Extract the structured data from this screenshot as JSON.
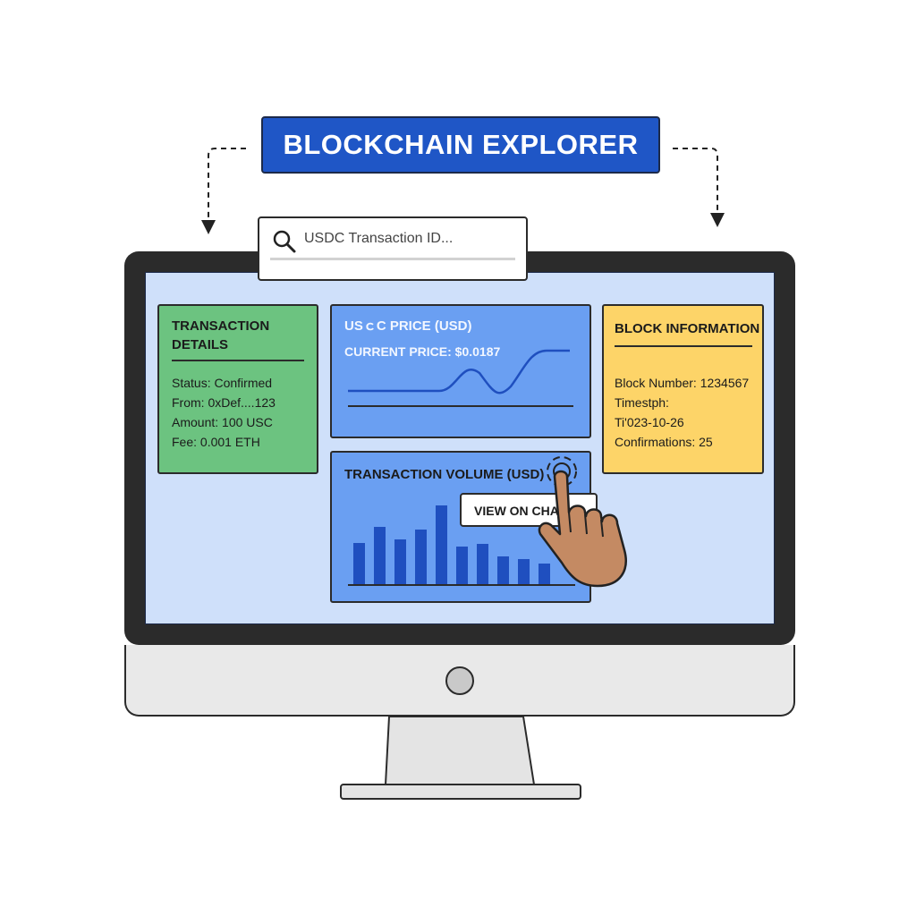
{
  "header": {
    "title": "BLOCKCHAIN EXPLORER"
  },
  "search": {
    "placeholder": "USDC Transaction ID..."
  },
  "transaction_details": {
    "title": "TRANSACTION DETAILS",
    "items": [
      "Status: Confirmed",
      "From: 0xDef....123",
      "Amount: 100 USC",
      "Fee: 0.001 ETH"
    ]
  },
  "price_panel": {
    "title": "USｃC PRICE (USD)",
    "current_price": "CURRENT PRICE: $0.0187"
  },
  "block_information": {
    "title": "BLOCK INFORMATION",
    "items": [
      "Block Number: 1234567",
      "Timestph:",
      "Ti'023-10-26",
      "Confirmations: 25"
    ]
  },
  "volume_panel": {
    "title": "TRANSACTION VOLUME (USD)",
    "button_label": "VIEW ON CHA"
  },
  "colors": {
    "banner": "#1f56c6",
    "green_panel": "#6cc380",
    "blue_panel": "#6a9ff2",
    "yellow_panel": "#fdd468",
    "bar": "#1f4fbf"
  },
  "icons": [
    "search-icon",
    "pointing-hand-icon",
    "click-ripple-icon"
  ]
}
